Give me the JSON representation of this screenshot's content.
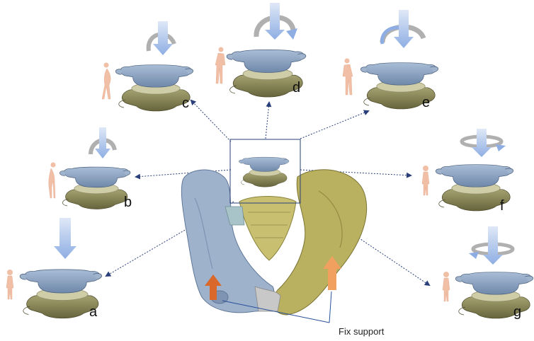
{
  "labels": {
    "a": "a",
    "b": "b",
    "c": "c",
    "d": "d",
    "e": "e",
    "f": "f",
    "g": "g",
    "fix_support": "Fix support"
  },
  "colors": {
    "vertebra": "#8ea6c4",
    "vertebra_dark": "#5f7898",
    "disc": "#c9c7a6",
    "lower_vertebra": "#8c8a5a",
    "pelvis_left": "#9fb2cc",
    "pelvis_right": "#b9b15f",
    "sacrum": "#c8c070",
    "load_arrow": "#a9bfe6",
    "moment_arrow": "#b0b0b0",
    "support_arrow_left": "#d9682a",
    "support_arrow_right": "#f2a060",
    "pointer_line": "#2a3f7a",
    "figure": "#f1bfa6"
  }
}
